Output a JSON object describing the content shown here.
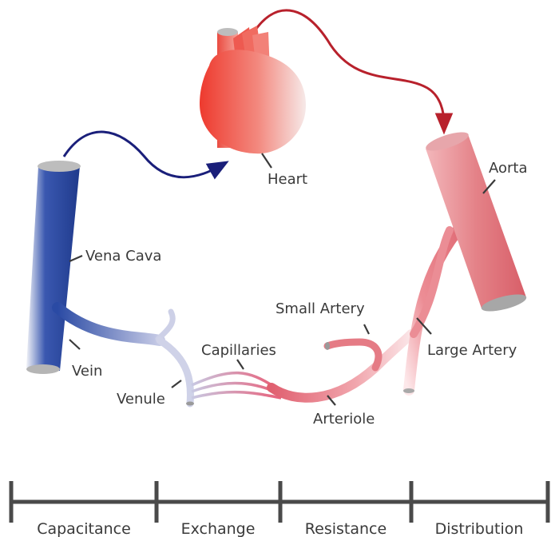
{
  "labels": {
    "heart": "Heart",
    "aorta": "Aorta",
    "vena_cava": "Vena Cava",
    "vein": "Vein",
    "venule": "Venule",
    "capillaries": "Capillaries",
    "small_artery": "Small Artery",
    "large_artery": "Large Artery",
    "arteriole": "Arteriole"
  },
  "scale": {
    "segments": [
      "Capacitance",
      "Exchange",
      "Resistance",
      "Distribution"
    ]
  },
  "colors": {
    "venous": "#2f4b9f",
    "arterial": "#e56d6d",
    "heart": "#f04a3e",
    "flow_in_arrow": "#1a1f7a",
    "flow_out_arrow": "#b8212c",
    "scale": "#4a4a4a"
  }
}
